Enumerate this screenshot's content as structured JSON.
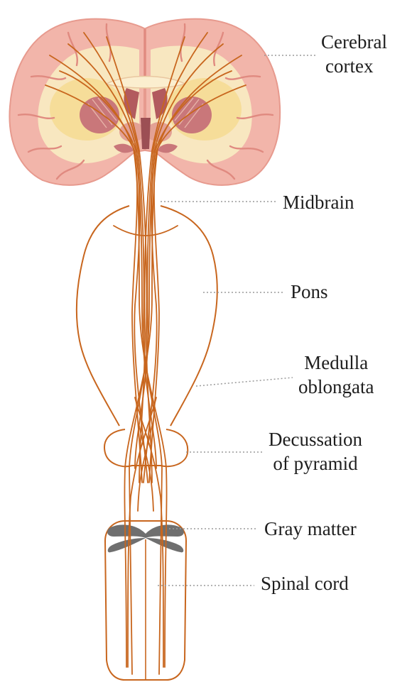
{
  "labels": {
    "cerebral_cortex": [
      "Cerebral",
      "cortex"
    ],
    "midbrain": "Midbrain",
    "pons": "Pons",
    "medulla_oblongata": [
      "Medulla",
      "oblongata"
    ],
    "decussation_of_pyramid": [
      "Decussation",
      "of pyramid"
    ],
    "gray_matter": "Gray matter",
    "spinal_cord": "Spinal cord"
  },
  "colors": {
    "tract": "#c8661e",
    "outline": "#c8661e",
    "leader": "#9a9a9a",
    "cortex_pink": "#f2b5aa",
    "cortex_edge": "#e79a8e",
    "white_matter": "#f8e7c0",
    "white_matter_core": "#f6d98c",
    "basal_ganglia": "#c9777a",
    "thalamus": "#e3a195",
    "gray_matter": "#6f6f6f",
    "text": "#1e1e1e"
  }
}
